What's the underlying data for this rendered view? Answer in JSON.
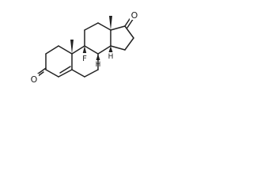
{
  "molecule": {
    "atom_labels": [
      {
        "id": "o3",
        "text": "O"
      },
      {
        "id": "o17",
        "text": "O"
      },
      {
        "id": "f9",
        "text": "F"
      }
    ],
    "stereo_labels": [
      {
        "id": "h8",
        "text": "H"
      },
      {
        "id": "h14",
        "text": "H"
      }
    ]
  }
}
